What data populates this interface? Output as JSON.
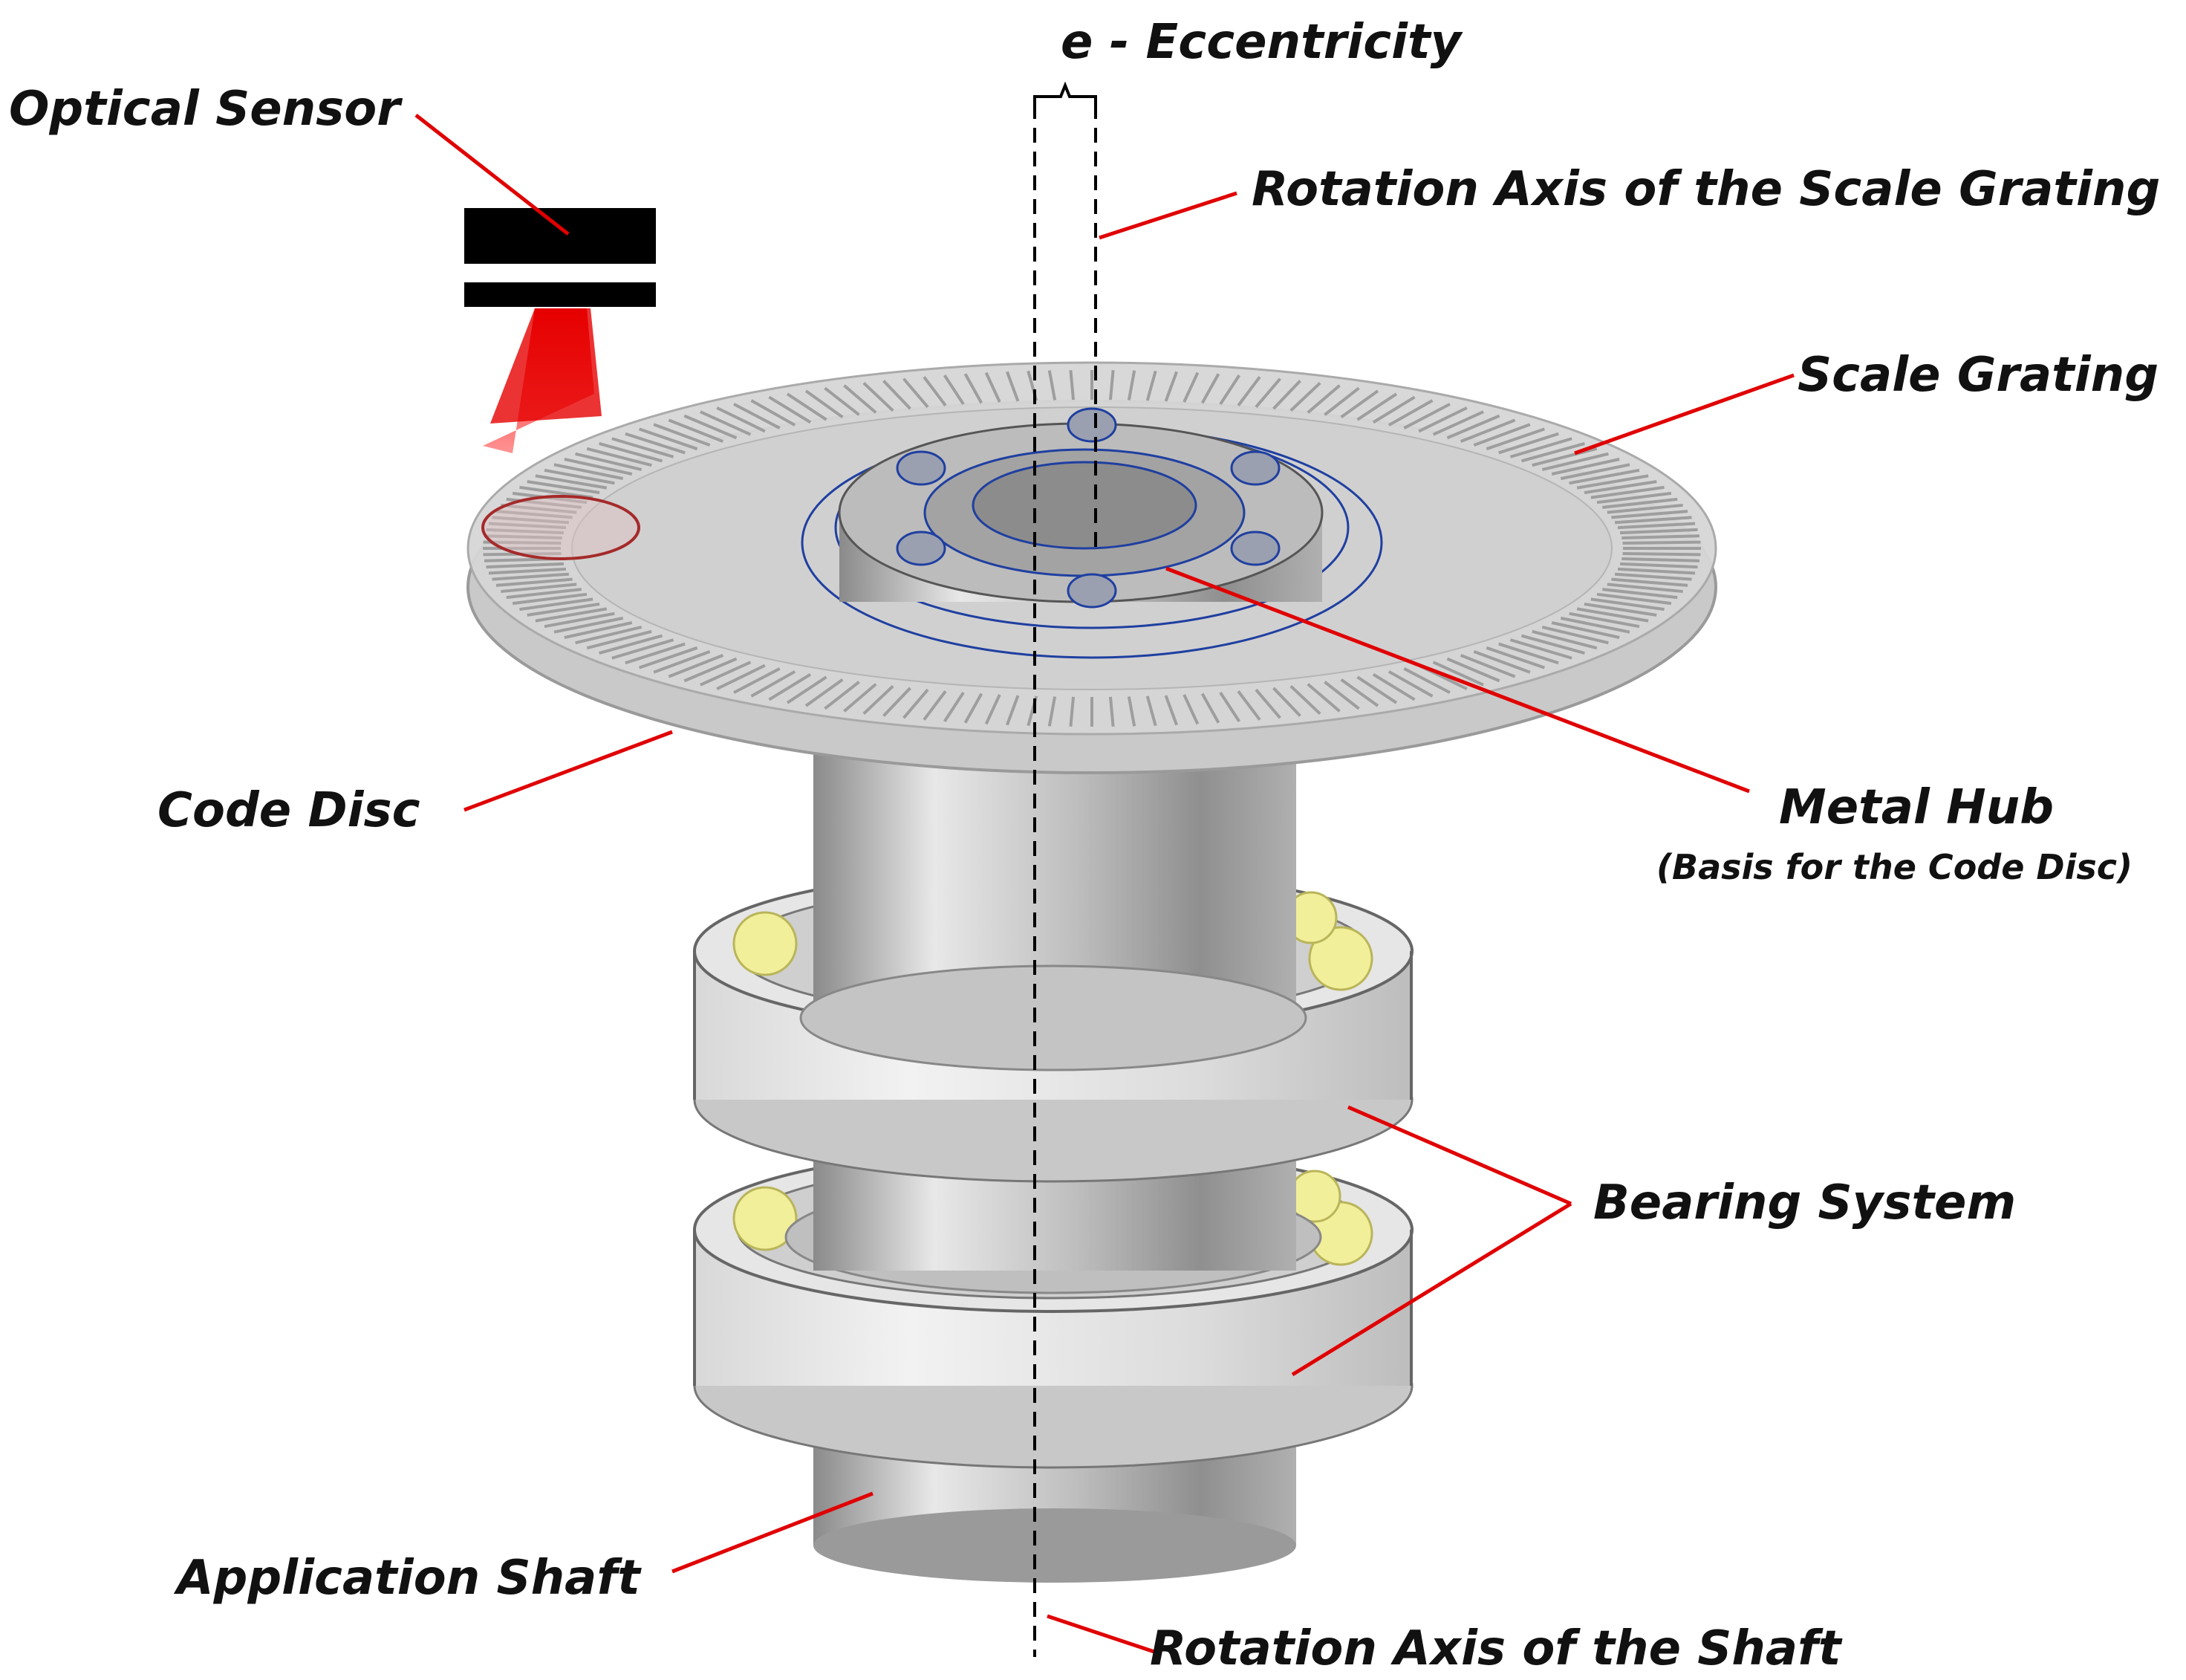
{
  "labels": {
    "eccentricity": "e - Eccentricity",
    "optical_sensor": "Optical Sensor",
    "rotation_axis_grating": "Rotation Axis of the Scale Grating",
    "scale_grating": "Scale Grating",
    "code_disc": "Code Disc",
    "metal_hub": "Metal Hub",
    "metal_hub_sub": "(Basis for the Code Disc)",
    "bearing_system": "Bearing System",
    "application_shaft": "Application Shaft",
    "rotation_axis_shaft": "Rotation Axis of the Shaft"
  },
  "colors": {
    "leader": "#e00000",
    "sensor_body": "#000000",
    "sensor_beam": "#e60000",
    "disc": "#c9c9c9",
    "bearing_ball": "#f2ef9a",
    "hub_outline": "#1f3fa0"
  }
}
